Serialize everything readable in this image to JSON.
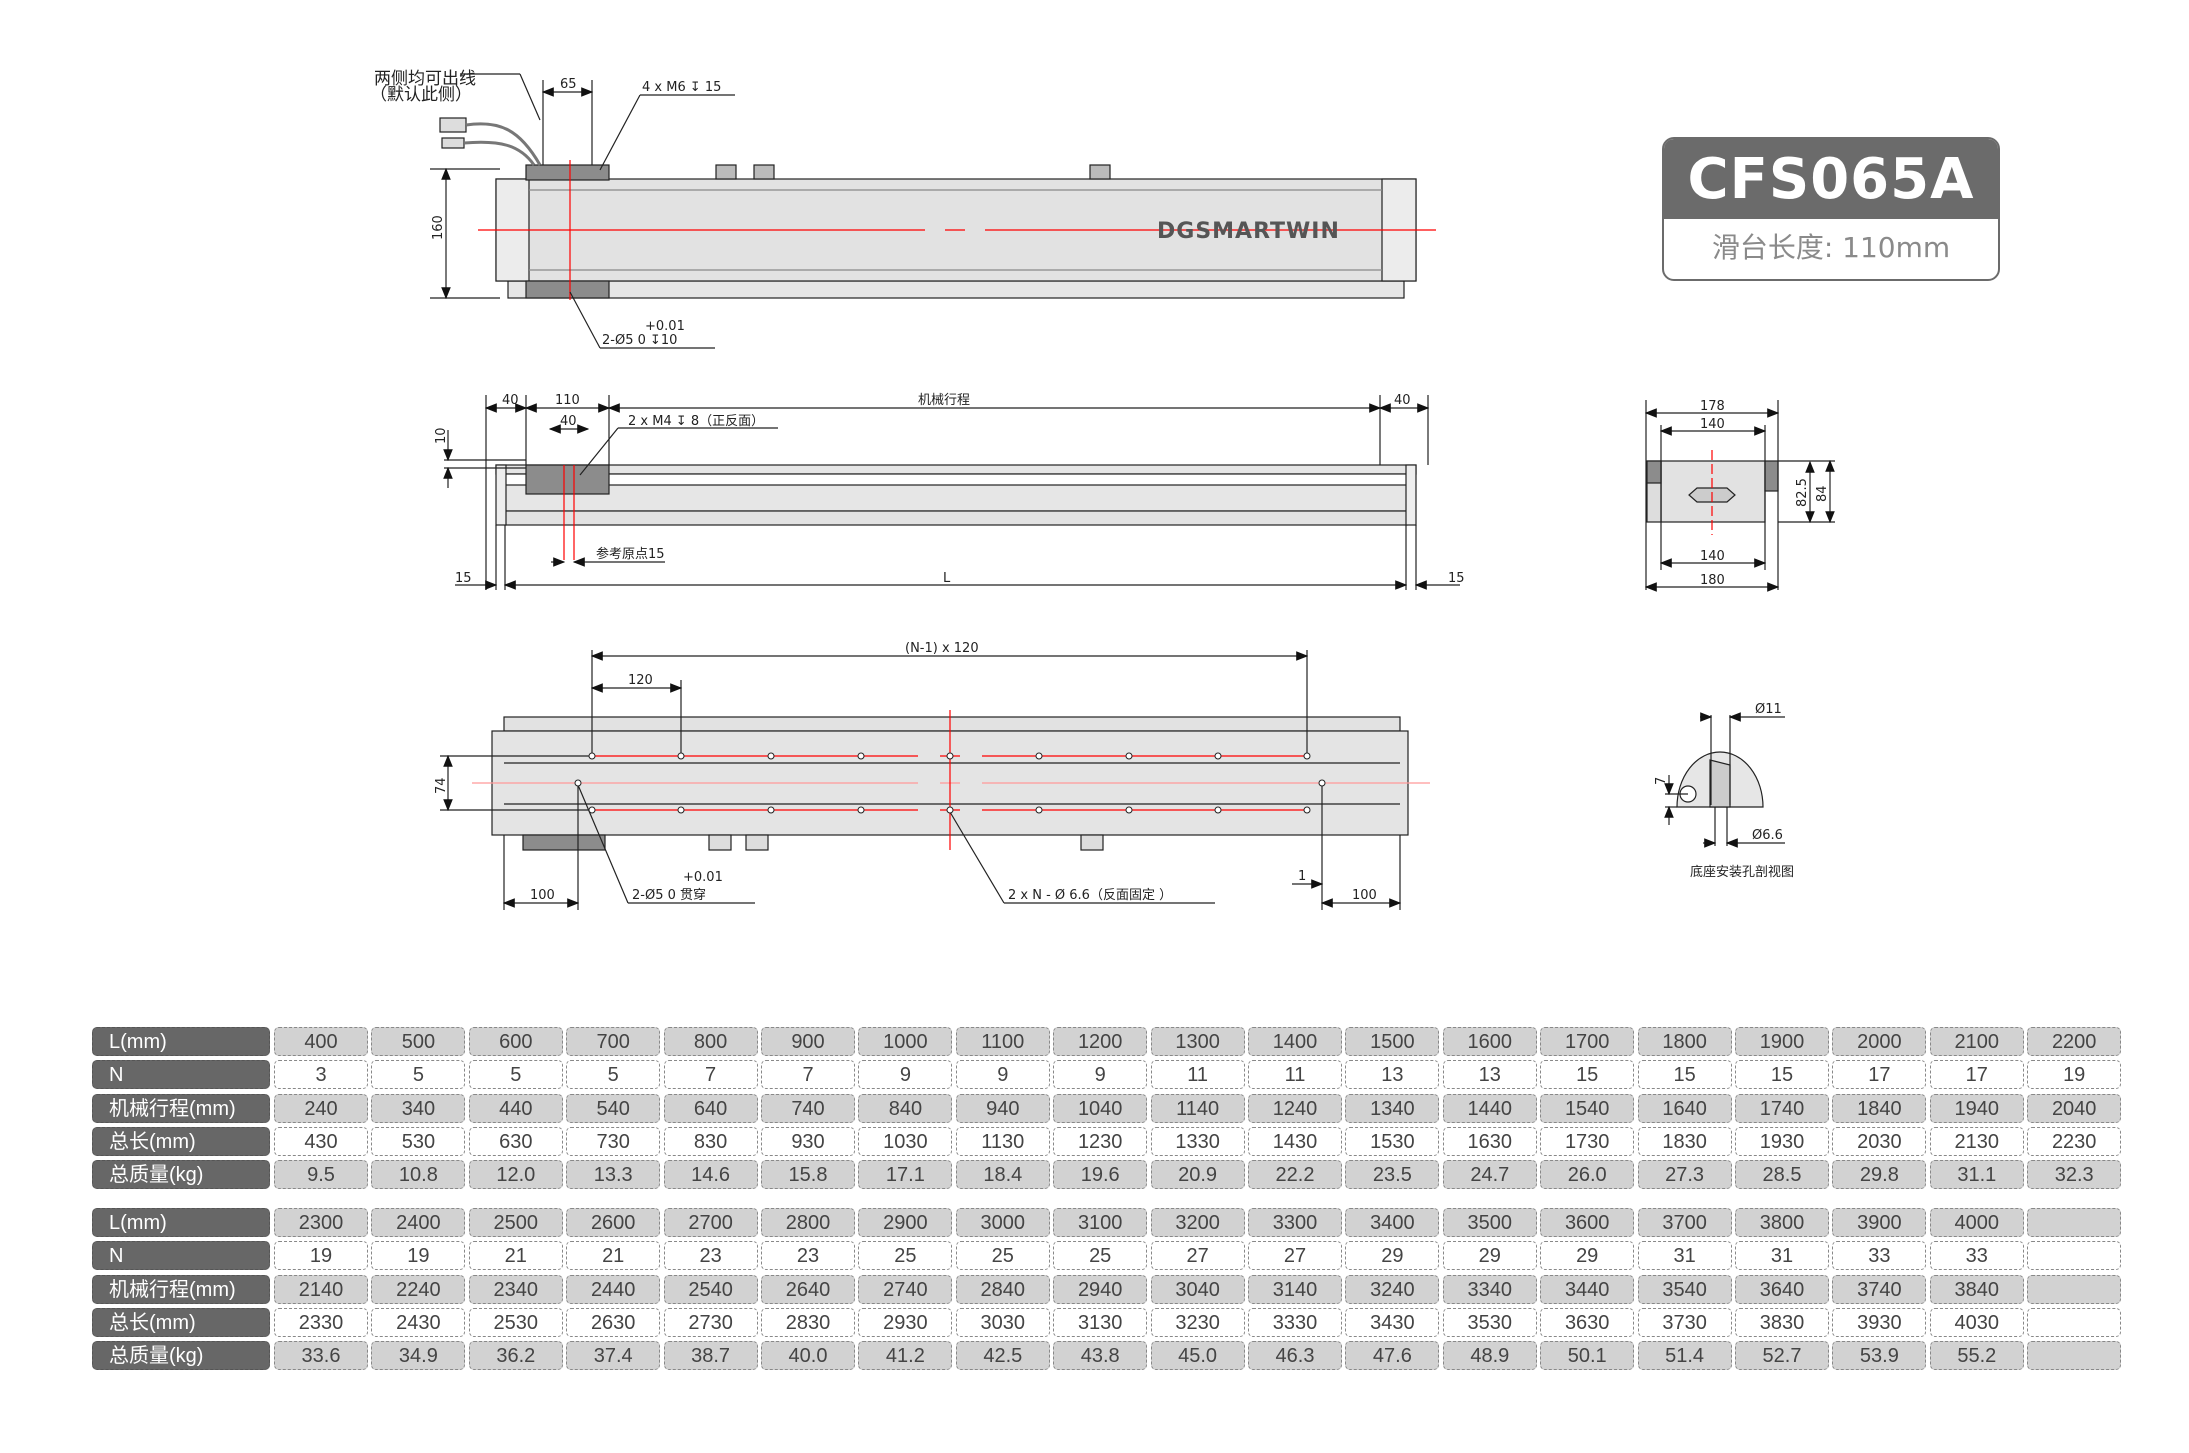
{
  "badge": {
    "model": "CFS065A",
    "subtitle": "滑台长度: 110mm"
  },
  "colors": {
    "badge_bg": "#6b6b6b",
    "label_bg": "#676767",
    "cell_gray": "#d2d2d2",
    "centerline": "#ff0000",
    "body": "#e2e2e2",
    "carriage": "#8c8c8c"
  },
  "top_view": {
    "cable_note": "两侧均可出线",
    "cable_note_2": "（默认此侧）",
    "dim_65": "65",
    "hole_spec": "4 x M6 ↧ 15",
    "dim_160": "160",
    "pin_tol": "+0.01",
    "pin_spec": "2-Ø5  0   ↧10",
    "logo": "DGSMARTWIN"
  },
  "side_view": {
    "dim_40_left": "40",
    "dim_110": "110",
    "dim_40_inner": "40",
    "hole_spec": "2 x M4 ↧ 8（正反面）",
    "stroke_label": "机械行程",
    "dim_40_right": "40",
    "dim_10": "10",
    "ref_origin": "参考原点15",
    "dim_15_left": "15",
    "dim_L": "L",
    "dim_15_right": "15"
  },
  "bottom_view": {
    "pitch_total": "(N-1) x 120",
    "pitch": "120",
    "dim_74": "74",
    "dim_100_left": "100",
    "pin_tol": "+0.01",
    "pin_spec": "2-Ø5  0     贯穿",
    "hole_spec": "2 x N - Ø 6.6（反面固定 ）",
    "dim_1": "1",
    "dim_100_right": "100"
  },
  "end_view": {
    "dim_178": "178",
    "dim_140_top": "140",
    "dim_82_5": "82.5",
    "dim_84": "84",
    "dim_140_bottom": "140",
    "dim_180": "180"
  },
  "section_view": {
    "dim_11": "Ø11",
    "dim_7": "7",
    "dim_6_6": "Ø6.6",
    "caption": "底座安装孔剖视图"
  },
  "tables": [
    {
      "rows": [
        {
          "label": "L(mm)",
          "values": [
            "400",
            "500",
            "600",
            "700",
            "800",
            "900",
            "1000",
            "1100",
            "1200",
            "1300",
            "1400",
            "1500",
            "1600",
            "1700",
            "1800",
            "1900",
            "2000",
            "2100",
            "2200"
          ]
        },
        {
          "label": "N",
          "values": [
            "3",
            "5",
            "5",
            "5",
            "7",
            "7",
            "9",
            "9",
            "9",
            "11",
            "11",
            "13",
            "13",
            "15",
            "15",
            "15",
            "17",
            "17",
            "19"
          ]
        },
        {
          "label": "机械行程(mm)",
          "values": [
            "240",
            "340",
            "440",
            "540",
            "640",
            "740",
            "840",
            "940",
            "1040",
            "1140",
            "1240",
            "1340",
            "1440",
            "1540",
            "1640",
            "1740",
            "1840",
            "1940",
            "2040"
          ]
        },
        {
          "label": "总长(mm)",
          "values": [
            "430",
            "530",
            "630",
            "730",
            "830",
            "930",
            "1030",
            "1130",
            "1230",
            "1330",
            "1430",
            "1530",
            "1630",
            "1730",
            "1830",
            "1930",
            "2030",
            "2130",
            "2230"
          ]
        },
        {
          "label": "总质量(kg)",
          "values": [
            "9.5",
            "10.8",
            "12.0",
            "13.3",
            "14.6",
            "15.8",
            "17.1",
            "18.4",
            "19.6",
            "20.9",
            "22.2",
            "23.5",
            "24.7",
            "26.0",
            "27.3",
            "28.5",
            "29.8",
            "31.1",
            "32.3"
          ]
        }
      ]
    },
    {
      "rows": [
        {
          "label": "L(mm)",
          "values": [
            "2300",
            "2400",
            "2500",
            "2600",
            "2700",
            "2800",
            "2900",
            "3000",
            "3100",
            "3200",
            "3300",
            "3400",
            "3500",
            "3600",
            "3700",
            "3800",
            "3900",
            "4000",
            ""
          ]
        },
        {
          "label": "N",
          "values": [
            "19",
            "19",
            "21",
            "21",
            "23",
            "23",
            "25",
            "25",
            "25",
            "27",
            "27",
            "29",
            "29",
            "29",
            "31",
            "31",
            "33",
            "33",
            ""
          ]
        },
        {
          "label": "机械行程(mm)",
          "values": [
            "2140",
            "2240",
            "2340",
            "2440",
            "2540",
            "2640",
            "2740",
            "2840",
            "2940",
            "3040",
            "3140",
            "3240",
            "3340",
            "3440",
            "3540",
            "3640",
            "3740",
            "3840",
            ""
          ]
        },
        {
          "label": "总长(mm)",
          "values": [
            "2330",
            "2430",
            "2530",
            "2630",
            "2730",
            "2830",
            "2930",
            "3030",
            "3130",
            "3230",
            "3330",
            "3430",
            "3530",
            "3630",
            "3730",
            "3830",
            "3930",
            "4030",
            ""
          ]
        },
        {
          "label": "总质量(kg)",
          "values": [
            "33.6",
            "34.9",
            "36.2",
            "37.4",
            "38.7",
            "40.0",
            "41.2",
            "42.5",
            "43.8",
            "45.0",
            "46.3",
            "47.6",
            "48.9",
            "50.1",
            "51.4",
            "52.7",
            "53.9",
            "55.2",
            ""
          ]
        }
      ]
    }
  ]
}
